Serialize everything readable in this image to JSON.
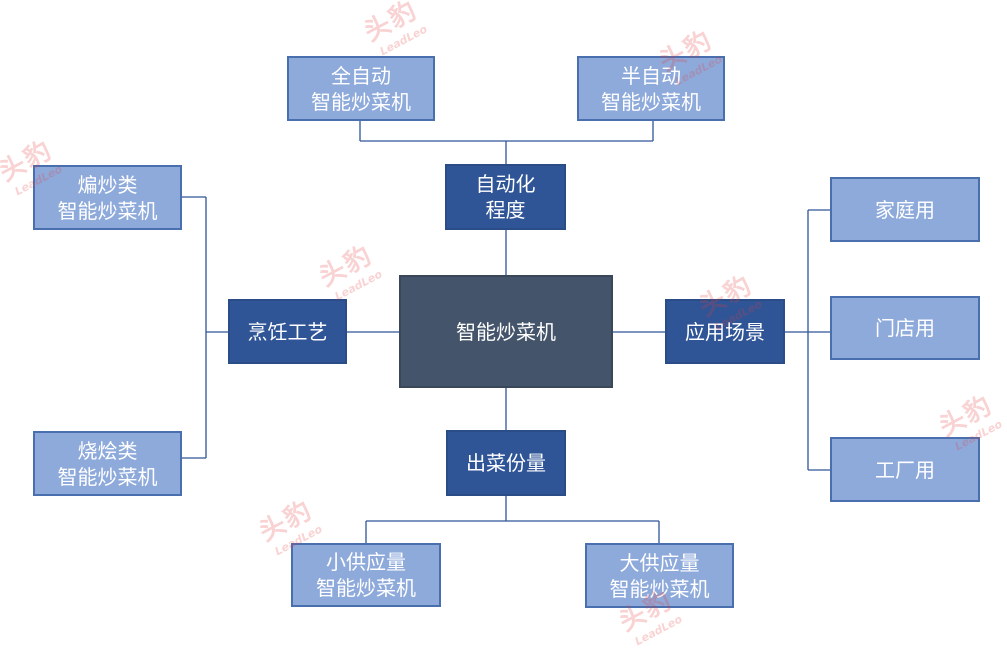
{
  "center": {
    "label": "智能炒菜机"
  },
  "categories": {
    "automation": "自动化\n程度",
    "cooking": "烹饪工艺",
    "scenario": "应用场景",
    "portion": "出菜份量"
  },
  "leaves": {
    "full_auto": "全自动\n智能炒菜机",
    "semi_auto": "半自动\n智能炒菜机",
    "stir_fry": "煸炒类\n智能炒菜机",
    "braise": "烧烩类\n智能炒菜机",
    "home": "家庭用",
    "store": "门店用",
    "factory": "工厂用",
    "small_supply": "小供应量\n智能炒菜机",
    "large_supply": "大供应量\n智能炒菜机"
  },
  "watermark": {
    "main": "头豹",
    "sub": "LeadLeo"
  },
  "colors": {
    "center_fill": "#44546a",
    "category_fill": "#2f5597",
    "leaf_fill": "#8eaadb",
    "connector": "#2f5597",
    "watermark": "#e63b3b"
  }
}
